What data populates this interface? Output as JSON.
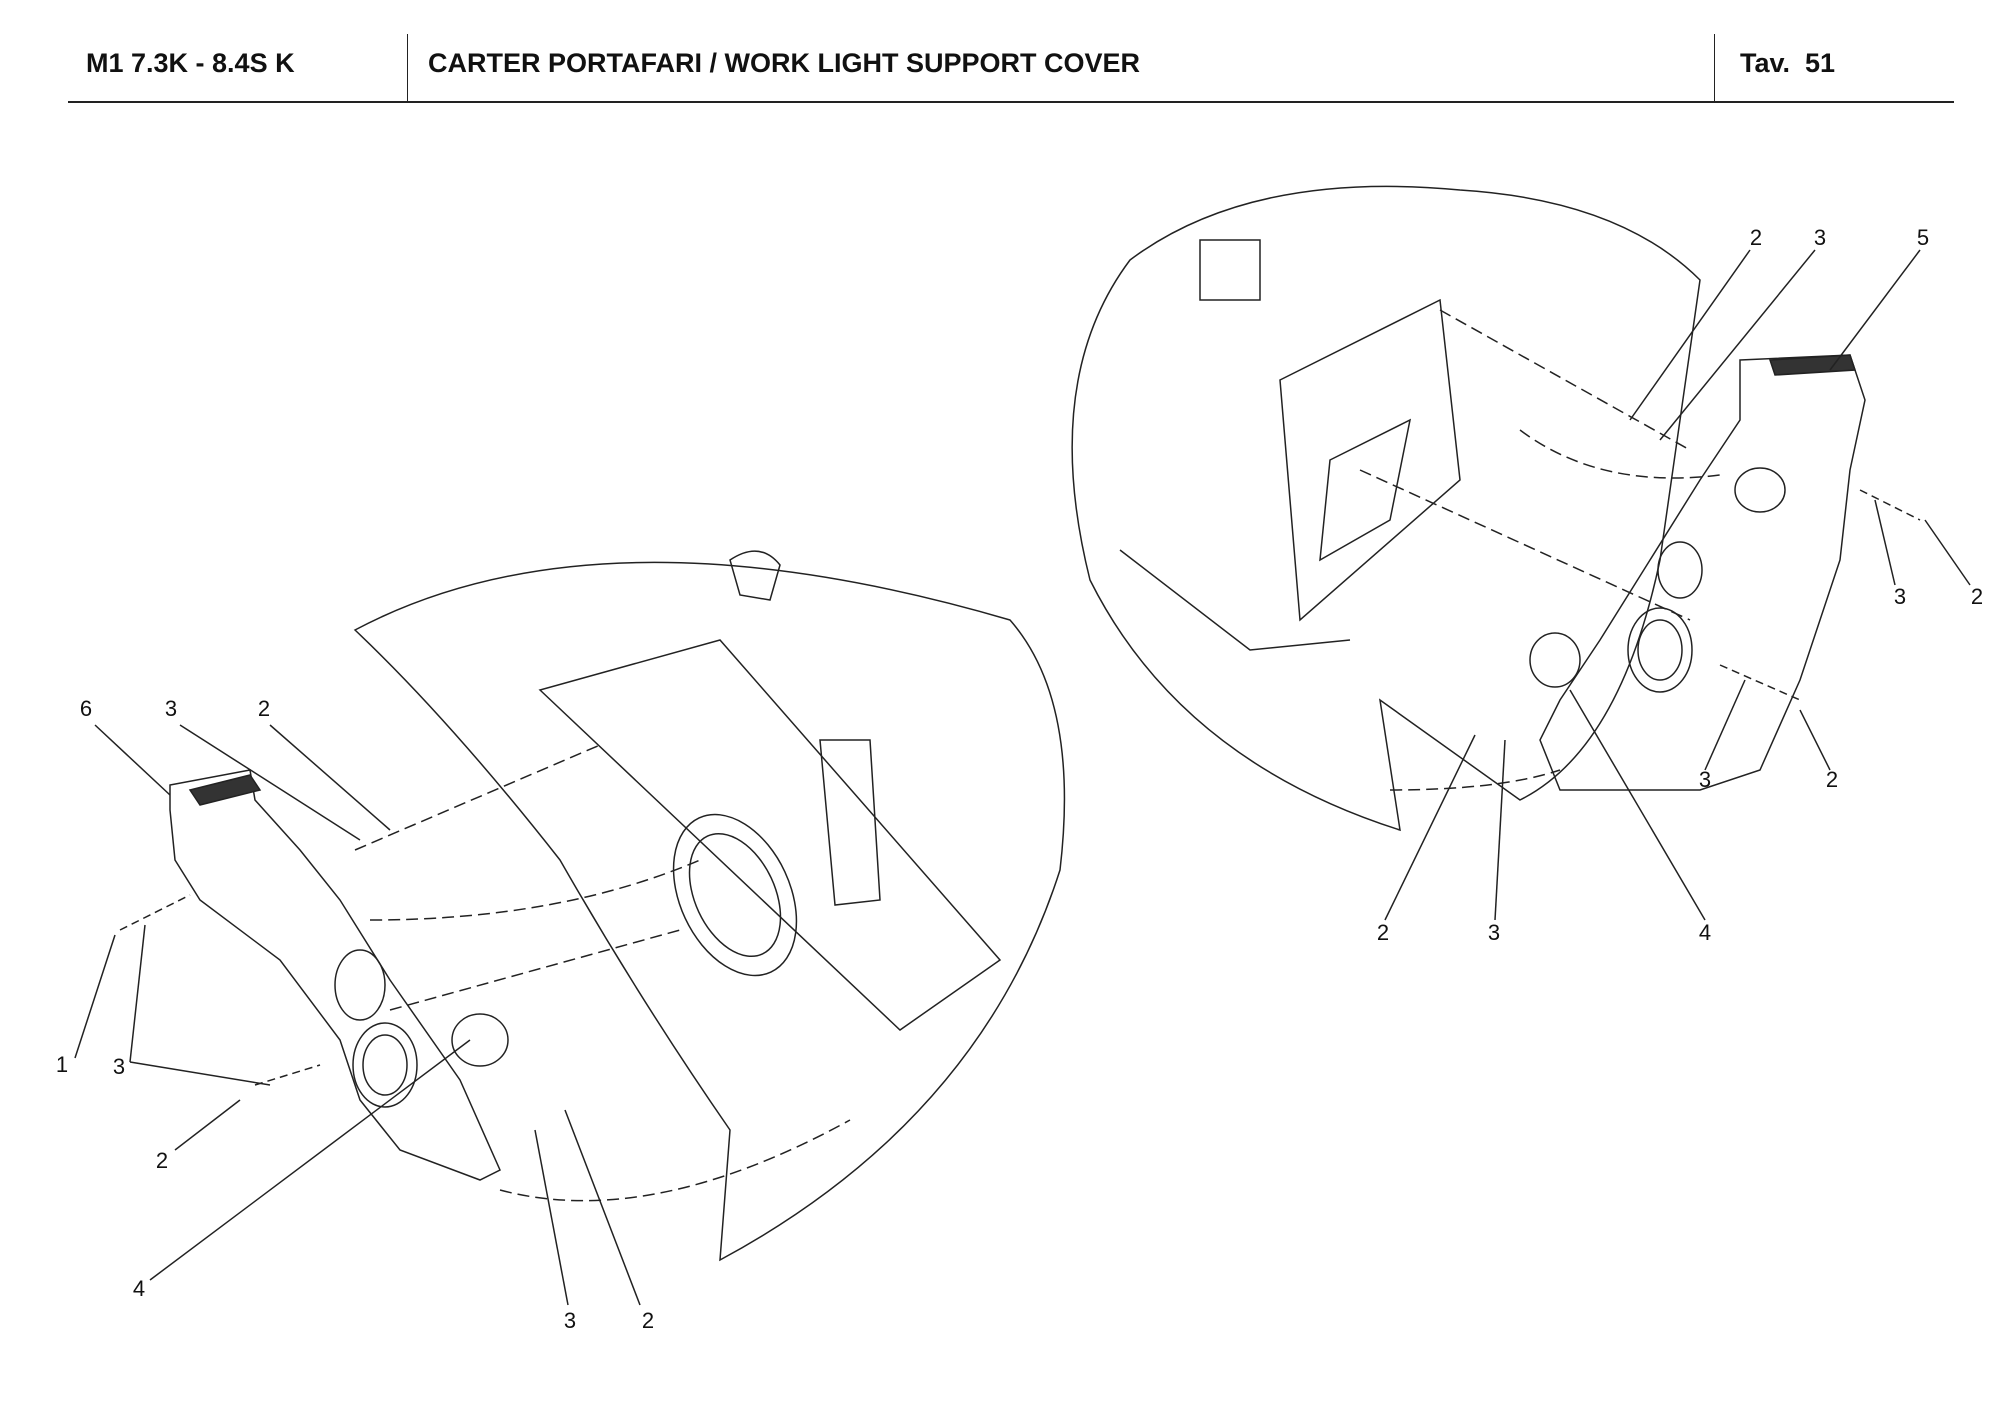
{
  "header": {
    "model": "M1 7.3K - 8.4S K",
    "title": "CARTER PORTAFARI / WORK LIGHT SUPPORT COVER",
    "table": "Tav.  51"
  },
  "callouts_left": [
    "6",
    "3",
    "2",
    "1",
    "3",
    "2",
    "4",
    "3",
    "2"
  ],
  "callouts_right": [
    "2",
    "3",
    "5",
    "3",
    "2",
    "3",
    "2",
    "2",
    "3",
    "4"
  ]
}
